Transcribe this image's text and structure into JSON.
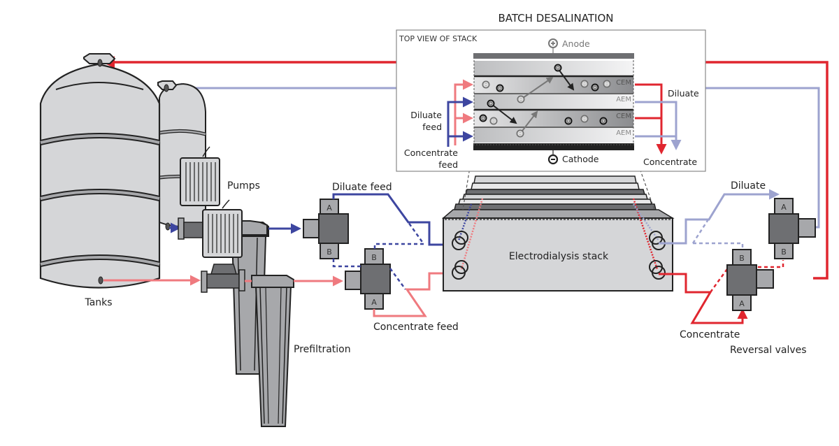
{
  "title": "BATCH DESALINATION",
  "inset": {
    "title": "TOP VIEW OF STACK",
    "anode_label": "Anode",
    "cathode_label": "Cathode",
    "membranes": [
      "CEM",
      "AEM",
      "CEM",
      "AEM"
    ],
    "diluate_feed_label": [
      "Diluate",
      "feed"
    ],
    "concentrate_feed_label": [
      "Concentrate",
      "feed"
    ],
    "diluate_out_label": "Diluate",
    "concentrate_out_label": "Concentrate",
    "anode_symbol": "+",
    "cathode_symbol": "−"
  },
  "components": {
    "tanks": "Tanks",
    "pumps": "Pumps",
    "prefiltration": "Prefiltration",
    "stack": "Electrodialysis stack",
    "reversal_valves": "Reversal valves"
  },
  "flows": {
    "diluate_feed": "Diluate feed",
    "concentrate_feed": "Concentrate feed",
    "diluate": "Diluate",
    "concentrate": "Concentrate"
  },
  "valve_ports": {
    "a": "A",
    "b": "B"
  },
  "colors": {
    "concentrate": "#e0262f",
    "concentrate_feed": "#ef7a7f",
    "diluate_feed": "#3d46a0",
    "diluate": "#9da3cf",
    "tank_fill": "#d5d6d8",
    "equipment_dark": "#6e6f72",
    "equipment_mid": "#a7a8ab",
    "outline": "#222222"
  }
}
